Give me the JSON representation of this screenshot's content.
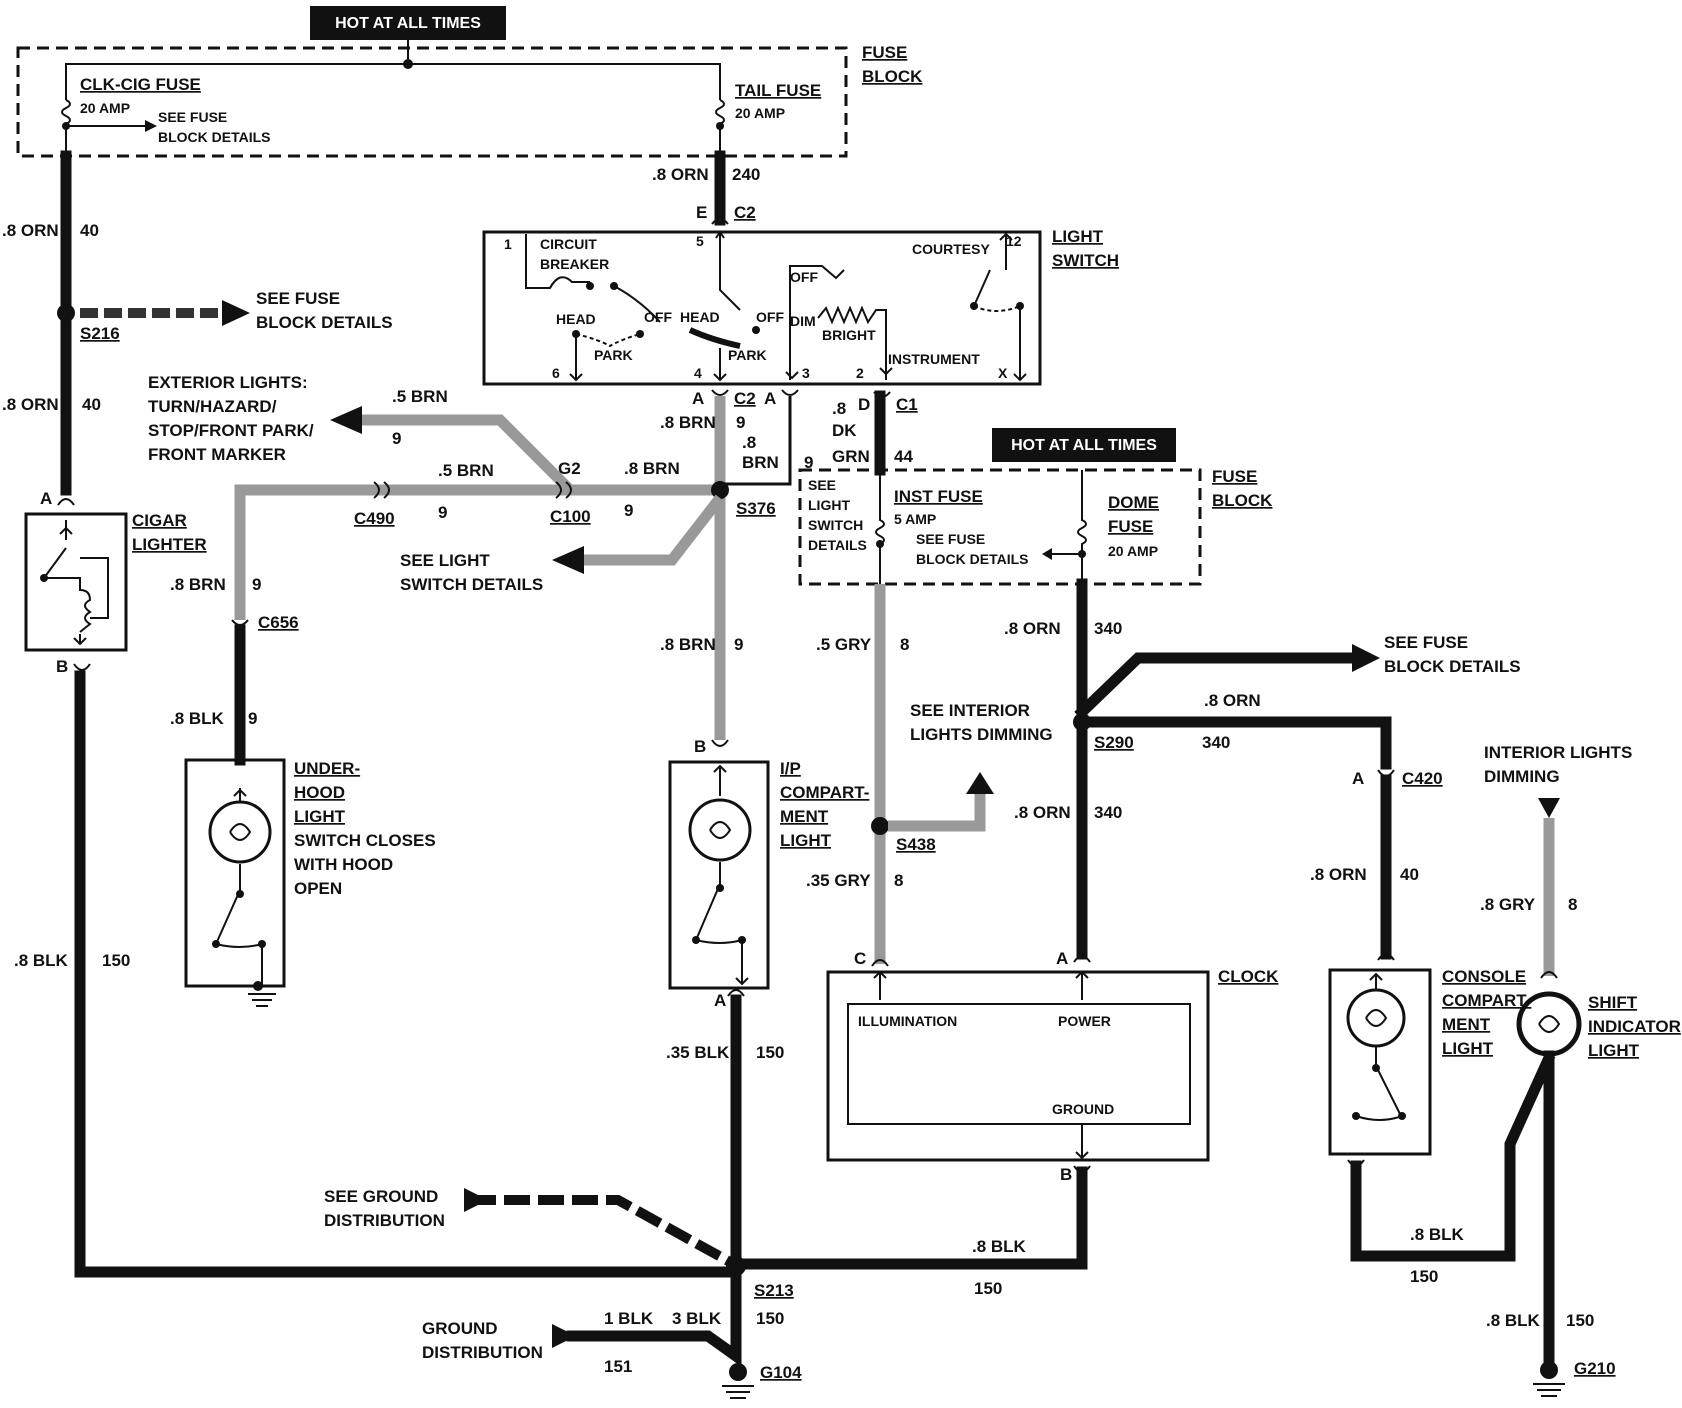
{
  "hot_at_all_times": "HOT AT ALL TIMES",
  "fuse_block": {
    "line1": "FUSE",
    "line2": "BLOCK"
  },
  "clk_cig_fuse": {
    "name": "CLK-CIG FUSE",
    "rating": "20 AMP",
    "see1": "SEE FUSE",
    "see2": "BLOCK DETAILS"
  },
  "tail_fuse": {
    "name": "TAIL FUSE",
    "rating": "20 AMP"
  },
  "see_fuse_block_details": {
    "line1": "SEE FUSE",
    "line2": "BLOCK DETAILS"
  },
  "see_light_switch_details": {
    "line1": "SEE LIGHT",
    "line2": "SWITCH DETAILS"
  },
  "light_switch": {
    "title1": "LIGHT",
    "title2": "SWITCH",
    "circuit1": "CIRCUIT",
    "circuit2": "BREAKER",
    "courtesy": "COURTESY",
    "head": "HEAD",
    "off": "OFF",
    "park": "PARK",
    "dim": "DIM",
    "bright": "BRIGHT",
    "instrument": "INSTRUMENT",
    "pins": {
      "p1": "1",
      "p5": "5",
      "p12": "12",
      "p6": "6",
      "p4": "4",
      "p3": "3",
      "p2": "2",
      "px": "X"
    }
  },
  "exterior_lights": [
    "EXTERIOR LIGHTS:",
    "TURN/HAZARD/",
    "STOP/FRONT PARK/",
    "FRONT MARKER"
  ],
  "connectors": {
    "c2": "C2",
    "c1": "C1",
    "g2": "G2",
    "c100": "C100",
    "c490": "C490",
    "c656": "C656",
    "c420": "C420",
    "s216": "S216",
    "s376": "S376",
    "s290": "S290",
    "s438": "S438",
    "s213": "S213",
    "g104": "G104",
    "g210": "G210"
  },
  "pin_letters": {
    "a": "A",
    "b": "B",
    "c": "C",
    "d": "D",
    "e": "E"
  },
  "wires": {
    "orn8": ".8 ORN",
    "n40": "40",
    "n240": "240",
    "brn5": ".5 BRN",
    "brn8": ".8 BRN",
    "n9": "9",
    "dk": "DK",
    "grn": "GRN",
    "dot8": ".8",
    "brn": "BRN",
    "n44": "44",
    "n340": "340",
    "gry5": ".5 GRY",
    "n8": "8",
    "gry35": ".35 GRY",
    "gry8": ".8 GRY",
    "blk8": ".8 BLK",
    "blk35": ".35 BLK",
    "n150": "150",
    "blk1": "1 BLK",
    "blk3": "3 BLK",
    "n151": "151"
  },
  "inst_fuse": {
    "name": "INST FUSE",
    "rating": "5 AMP",
    "see1": "SEE FUSE",
    "see2": "BLOCK DETAILS",
    "see_ls": [
      "SEE",
      "LIGHT",
      "SWITCH",
      "DETAILS"
    ]
  },
  "dome_fuse": {
    "name1": "DOME",
    "name2": "FUSE",
    "rating": "20 AMP"
  },
  "cigar_lighter": {
    "line1": "CIGAR",
    "line2": "LIGHTER"
  },
  "underhood": [
    "UNDER-",
    "HOOD",
    "LIGHT",
    "SWITCH CLOSES",
    "WITH HOOD",
    "OPEN"
  ],
  "ip_comp": [
    "I/P",
    "COMPART-",
    "MENT",
    "LIGHT"
  ],
  "console_comp": [
    "CONSOLE",
    "COMPART-",
    "MENT",
    "LIGHT"
  ],
  "shift_indicator": [
    "SHIFT",
    "INDICATOR",
    "LIGHT"
  ],
  "interior_dimming": {
    "see1": "SEE INTERIOR",
    "see2": "LIGHTS DIMMING",
    "t1": "INTERIOR LIGHTS",
    "t2": "DIMMING"
  },
  "clock": {
    "title": "CLOCK",
    "illumination": "ILLUMINATION",
    "power": "POWER",
    "ground": "GROUND"
  },
  "ground": {
    "see1": "SEE GROUND",
    "see2": "DISTRIBUTION",
    "gd1": "GROUND",
    "gd2": "DISTRIBUTION"
  }
}
